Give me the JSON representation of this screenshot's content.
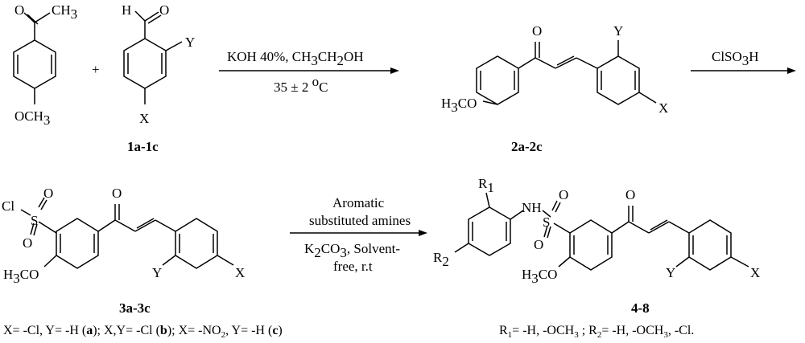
{
  "compounds": {
    "acetophenone": {
      "ch3": "CH",
      "ch3_sub": "3",
      "och3": "OCH",
      "och3_sub": "3",
      "oxygen": "O"
    },
    "aldehyde": {
      "h": "H",
      "oxygen": "O",
      "y": "Y",
      "x": "X",
      "label": "1a-1c"
    },
    "chalcone": {
      "oxygen": "O",
      "y": "Y",
      "x": "X",
      "h3co": "H",
      "h3co_sub": "3",
      "h3co_rest": "CO",
      "label": "2a-2c"
    },
    "sulfonyl_chloride": {
      "cl": "Cl",
      "s": "S",
      "o1": "O",
      "o2": "O",
      "oxygen": "O",
      "y": "Y",
      "x": "X",
      "h3co": "H",
      "h3co_sub": "3",
      "h3co_rest": "CO",
      "label": "3a-3c"
    },
    "sulfonamide": {
      "r1": "R",
      "r1_sub": "1",
      "r2": "R",
      "r2_sub": "2",
      "nh": "NH",
      "s": "S",
      "o1": "O",
      "o2": "O",
      "oxygen": "O",
      "y": "Y",
      "x": "X",
      "h3co": "H",
      "h3co_sub": "3",
      "h3co_rest": "CO",
      "label": "4-8"
    }
  },
  "plus": "+",
  "step1": {
    "reagent_a": "KOH 40%, CH",
    "reagent_a_sub1": "3",
    "reagent_a_mid": "CH",
    "reagent_a_sub2": "2",
    "reagent_a_end": "OH",
    "temp": "35 ± 2 ",
    "temp_sup": "o",
    "temp_unit": "C"
  },
  "step2": {
    "reagent": "ClSO",
    "reagent_sub": "3",
    "reagent_end": "H"
  },
  "step3": {
    "line1": "Aromatic",
    "line2": "substituted amines",
    "line3_a": "K",
    "line3_sub": "2",
    "line3_b": "CO",
    "line3_sub2": "3",
    "line3_c": ", Solvent-",
    "line4": "free, r.t"
  },
  "footnote_left": {
    "p1": "X= -Cl, Y= -H (",
    "a": "a",
    "p2": "); X,Y= -Cl (",
    "b": "b",
    "p3": "); X= -NO",
    "sub": "2",
    "p4": ", Y= -H (",
    "c": "c",
    "p5": ")"
  },
  "footnote_right": {
    "p1": "R",
    "s1": "1",
    "p2": "= -H, -OCH",
    "s2": "3",
    "p3": " ; R",
    "s3": "2",
    "p4": "= -H, -OCH",
    "s4": "3",
    "p5": ", -Cl."
  }
}
